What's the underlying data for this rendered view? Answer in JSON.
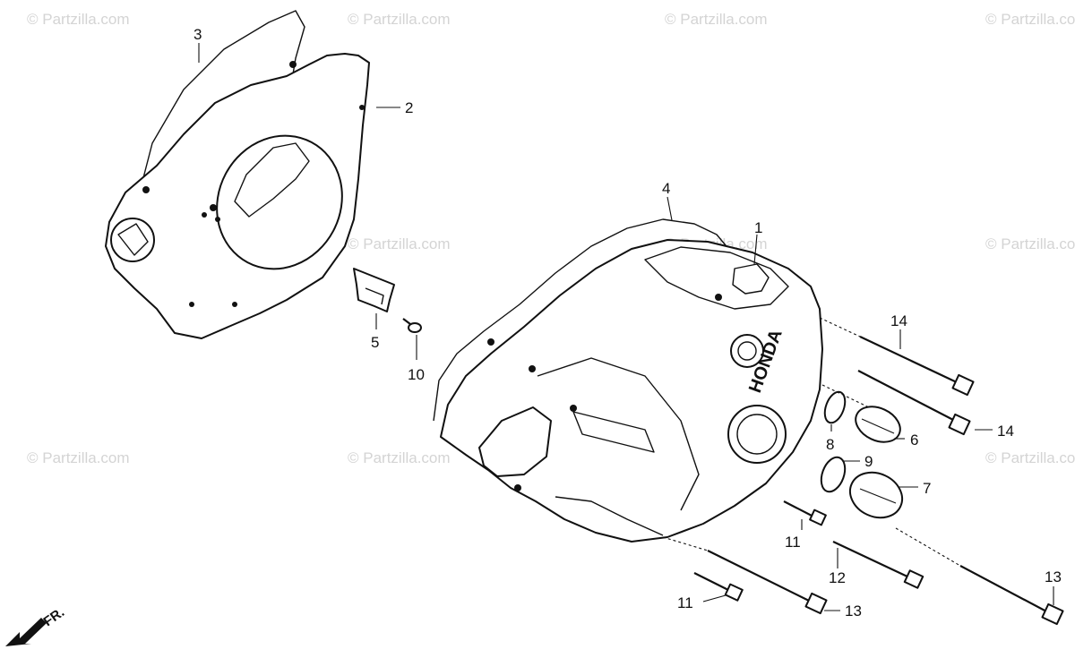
{
  "watermark": "© Partzilla.com",
  "direction_label": "FR.",
  "callouts": {
    "c1": "1",
    "c2": "2",
    "c3": "3",
    "c4": "4",
    "c5": "5",
    "c6": "6",
    "c7": "7",
    "c8": "8",
    "c9": "9",
    "c10": "10",
    "c11a": "11",
    "c11b": "11",
    "c12": "12",
    "c13a": "13",
    "c13b": "13",
    "c14a": "14",
    "c14b": "14"
  },
  "cover_logo": "HONDA"
}
